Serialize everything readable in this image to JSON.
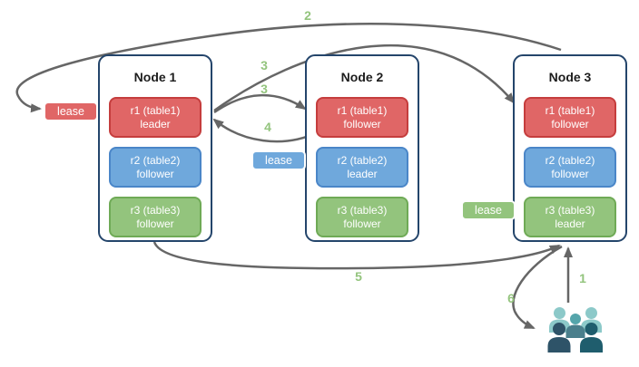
{
  "nodes": [
    {
      "title": "Node 1",
      "replicas": [
        {
          "name": "r1 (table1)",
          "role": "leader",
          "color": "red"
        },
        {
          "name": "r2 (table2)",
          "role": "follower",
          "color": "blue"
        },
        {
          "name": "r3 (table3)",
          "role": "follower",
          "color": "green"
        }
      ]
    },
    {
      "title": "Node 2",
      "replicas": [
        {
          "name": "r1 (table1)",
          "role": "follower",
          "color": "red"
        },
        {
          "name": "r2 (table2)",
          "role": "leader",
          "color": "blue"
        },
        {
          "name": "r3 (table3)",
          "role": "follower",
          "color": "green"
        }
      ]
    },
    {
      "title": "Node 3",
      "replicas": [
        {
          "name": "r1 (table1)",
          "role": "follower",
          "color": "red"
        },
        {
          "name": "r2 (table2)",
          "role": "follower",
          "color": "blue"
        },
        {
          "name": "r3 (table3)",
          "role": "leader",
          "color": "green"
        }
      ]
    }
  ],
  "leases": [
    {
      "label": "lease",
      "color": "red"
    },
    {
      "label": "lease",
      "color": "blue"
    },
    {
      "label": "lease",
      "color": "green"
    }
  ],
  "arrows": [
    {
      "label": "1",
      "from": "clients",
      "to": "node3-r3-leader"
    },
    {
      "label": "2",
      "from": "node3-top",
      "to": "red-lease-badge"
    },
    {
      "label": "3",
      "from": "node1-r1",
      "to": "node3-r1"
    },
    {
      "label": "3",
      "from": "node1-r1",
      "to": "node2-r1"
    },
    {
      "label": "4",
      "from": "node2-r1",
      "to": "node1-r1"
    },
    {
      "label": "5",
      "from": "node1-bottom",
      "to": "node3-bottom"
    },
    {
      "label": "6",
      "from": "node3-bottom",
      "to": "clients"
    }
  ],
  "icons": {
    "clients": "users-group-icon"
  },
  "colors": {
    "replica_red": "#e06666",
    "replica_red_border": "#c53d3d",
    "replica_blue": "#6fa8dc",
    "replica_blue_border": "#4a86c8",
    "replica_green": "#93c47d",
    "replica_green_border": "#6faa56",
    "node_border": "#24456b",
    "arrow": "#666666",
    "step_label": "#93c47d",
    "users_light": "#8cc9c9",
    "users_mid_head": "#55a5ab",
    "users_mid_body": "#4a7f8c",
    "users_front_left": "#2e5368",
    "users_front_right": "#1f5d6d"
  }
}
